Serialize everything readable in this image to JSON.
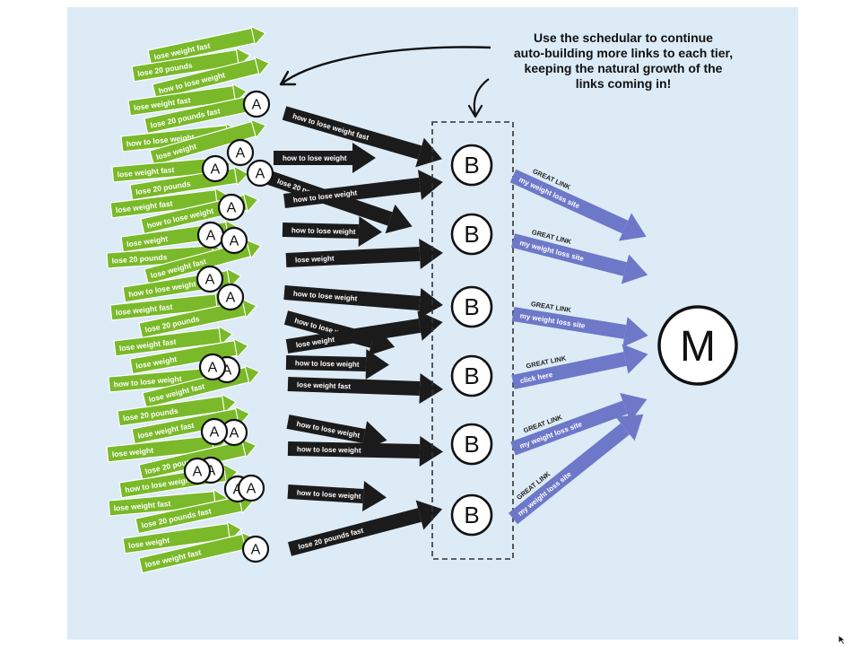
{
  "annotation": {
    "lines": [
      "Use the schedular to continue",
      "auto-building more links to each tier,",
      "keeping the natural growth of the",
      "links coming in!"
    ]
  },
  "nodes": {
    "tier_a_letter": "A",
    "tier_b_letter": "B",
    "money_letter": "M"
  },
  "tier1_arrow_labels": [
    "how to lose weight fast",
    "how to lose weight",
    "lose 20 pounds",
    "how to lose weight",
    "how to lose weight",
    "lose weight",
    "how to lose weight",
    "how to lose weight",
    "lose weight",
    "how to lose weight",
    "lose weight fast",
    "how to lose weight",
    "how to lose weight",
    "how to lose weight",
    "lose 20 pounds fast"
  ],
  "tier2_arrows": [
    {
      "tag": "GREAT LINK",
      "label": "my weight loss site"
    },
    {
      "tag": "GREAT LINK",
      "label": "my weight loss site"
    },
    {
      "tag": "GREAT LINK",
      "label": "my weight loss site"
    },
    {
      "tag": "GREAT LINK",
      "label": "click here"
    },
    {
      "tag": "GREAT LINK",
      "label": "my weight loss site"
    },
    {
      "tag": "GREAT LINK",
      "label": "my weight loss site"
    }
  ],
  "green_link_labels": [
    "lose weight fast",
    "lose 20 pounds",
    "how to lose weight",
    "lose weight fast",
    "lose 20 pounds fast",
    "how to lose weight",
    "lose weight",
    "lose weight fast",
    "lose 20 pounds",
    "lose weight fast",
    "how to lose weight",
    "lose weight",
    "lose 20 pounds",
    "lose weight fast",
    "how to lose weight",
    "lose weight fast",
    "lose 20 pounds",
    "lose weight fast",
    "lose weight",
    "how to lose weight",
    "lose weight fast",
    "lose 20 pounds",
    "lose weight fast",
    "lose weight",
    "lose 20 pounds",
    "how to lose weight",
    "lose weight fast",
    "lose 20 pounds fast",
    "lose weight",
    "lose weight fast"
  ],
  "colors": {
    "background": "#dcebf6",
    "green_links": "#7ab929",
    "tier1_arrows": "#1b1b1b",
    "tier2_arrows": "#6e78c8",
    "dashed_box": "#333333"
  }
}
